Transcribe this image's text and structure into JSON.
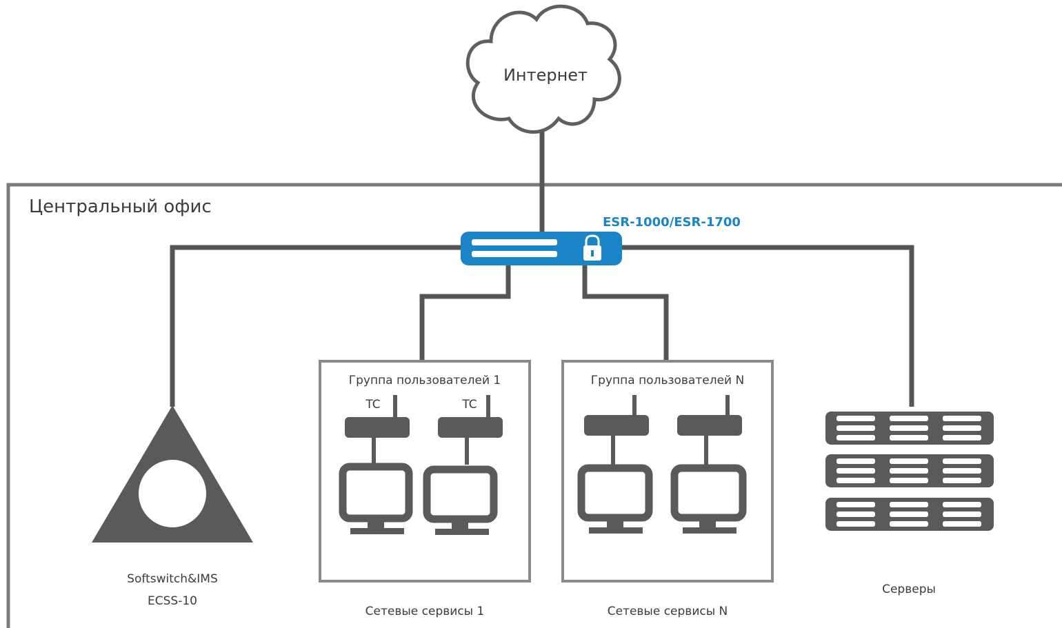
{
  "internet": {
    "label": "Интернет"
  },
  "office": {
    "label": "Центральный офис"
  },
  "router": {
    "label": "ESR-1000/ESR-1700",
    "icon": "lock-icon",
    "color": "#1a84c7"
  },
  "groups": [
    {
      "label": "Группа пользователей 1",
      "terminal_labels": [
        "TC",
        "TC"
      ],
      "caption": "Сетевые сервисы 1"
    },
    {
      "label": "Группа пользователей N",
      "terminal_labels": [
        "",
        ""
      ],
      "caption": "Сетевые сервисы N"
    }
  ],
  "softswitch": {
    "line1": "Softswitch&IMS",
    "line2": "ECSS-10"
  },
  "servers": {
    "label": "Серверы"
  },
  "colors": {
    "lines": "#555555",
    "devices": "#5a5a5a",
    "router": "#1a84c7",
    "box_border": "#888888"
  }
}
